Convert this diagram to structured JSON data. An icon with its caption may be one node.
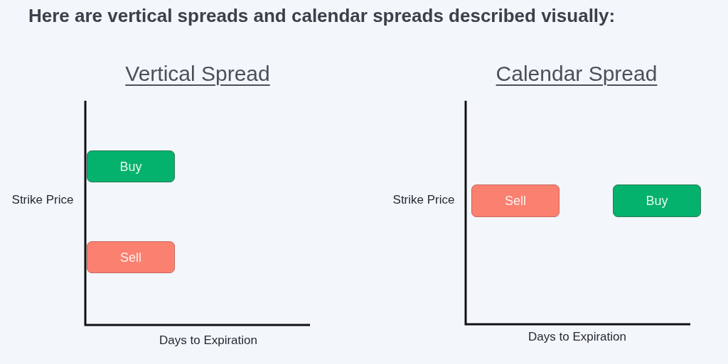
{
  "diagram": {
    "title": "Here are vertical spreads and calendar spreads described visually:",
    "nodes": [
      {
        "text": [
          "Buy"
        ]
      },
      {
        "text": [
          "Sell"
        ]
      },
      {
        "text": [
          "Sell"
        ]
      },
      {
        "text": [
          "Buy"
        ]
      }
    ],
    "labels": [
      "Vertical Spread",
      "Calendar Spread",
      "Strike Price",
      "Strike Price",
      "Days to Expiration",
      "Days to Expiration"
    ]
  }
}
